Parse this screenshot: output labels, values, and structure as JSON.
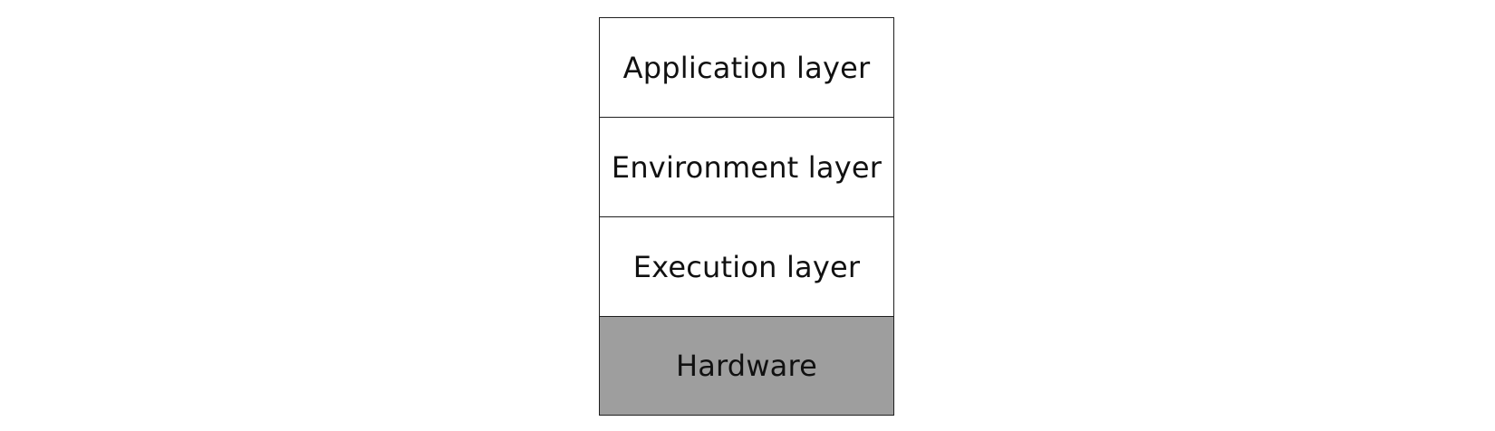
{
  "diagram": {
    "layers": [
      {
        "label": "Application layer",
        "fill": "#ffffff"
      },
      {
        "label": "Environment layer",
        "fill": "#ffffff"
      },
      {
        "label": "Execution layer",
        "fill": "#ffffff"
      },
      {
        "label": "Hardware",
        "fill": "#9e9e9e"
      }
    ]
  }
}
